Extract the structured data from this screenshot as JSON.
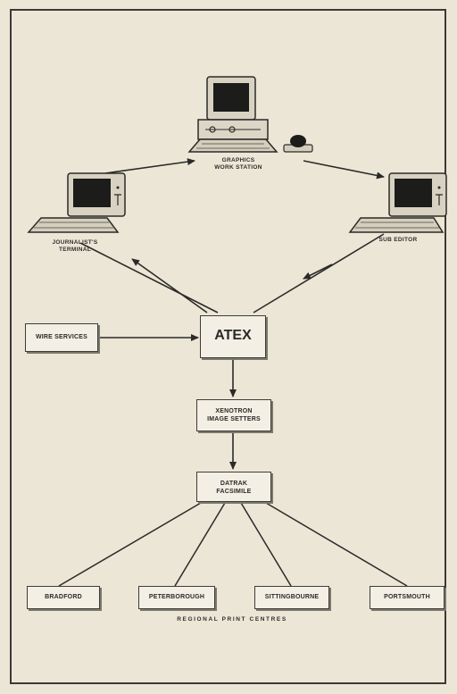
{
  "workstations": {
    "graphics_label_line1": "GRAPHICS",
    "graphics_label_line2": "WORK STATION",
    "journalist_label_line1": "JOURNALIST'S",
    "journalist_label_line2": "TERMINAL",
    "sub_editor_label": "SUB EDITOR"
  },
  "systems": {
    "atex": "ATEX",
    "wire_services": "WIRE SERVICES",
    "xenotron_line1": "XENOTRON",
    "xenotron_line2": "IMAGE SETTERS",
    "datrak_line1": "DATRAK",
    "datrak_line2": "FACSIMILE"
  },
  "print_centres": {
    "items": [
      "BRADFORD",
      "PETERBOROUGH",
      "SITTINGBOURNE",
      "PORTSMOUTH"
    ],
    "caption": "REGIONAL PRINT CENTRES"
  }
}
